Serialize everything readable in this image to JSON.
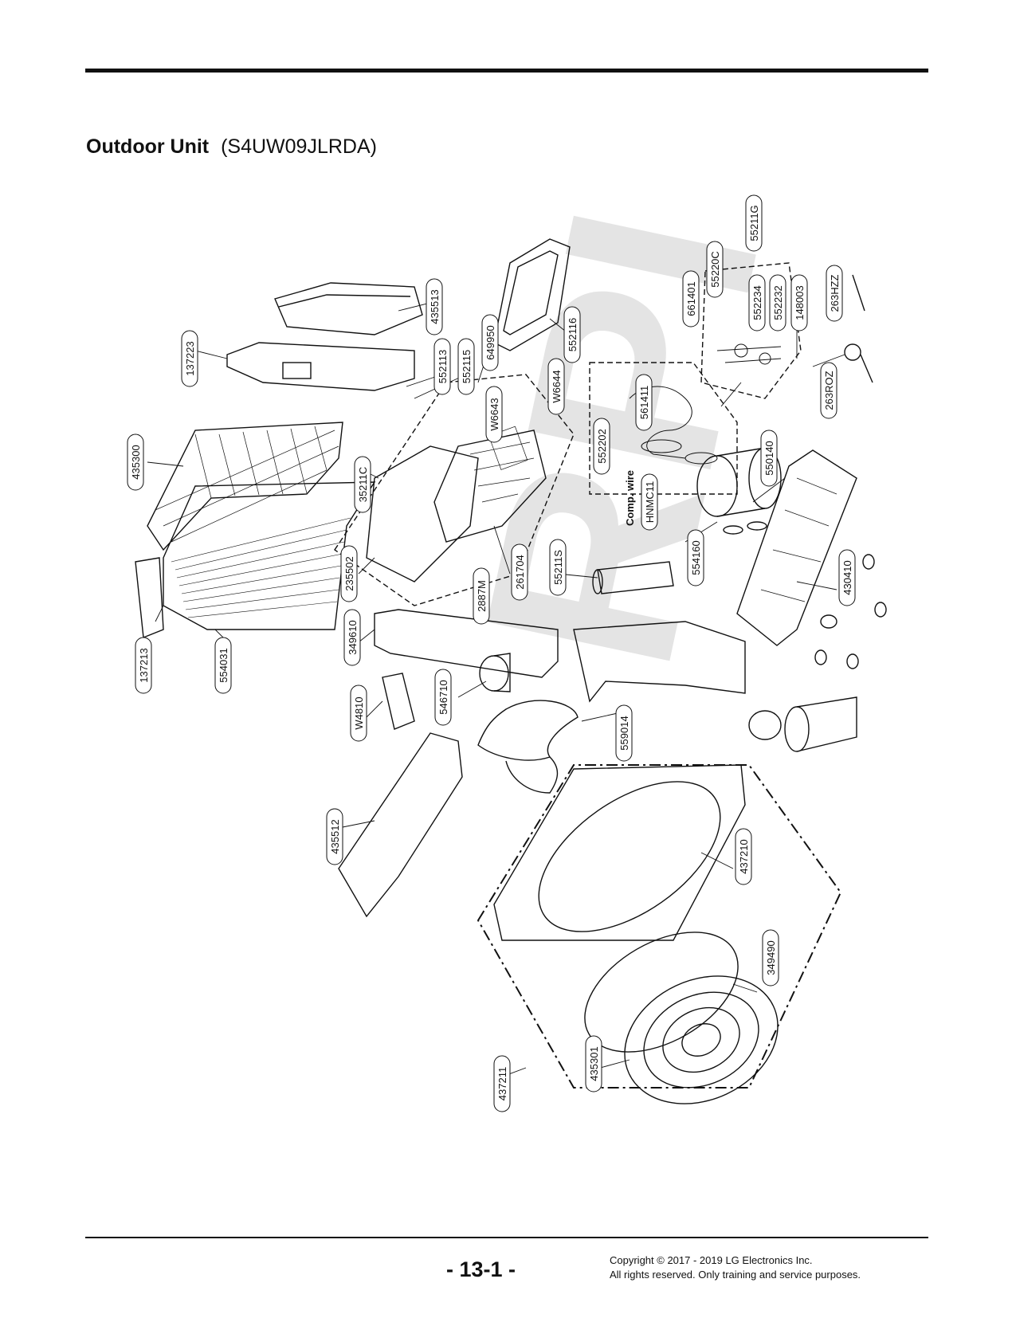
{
  "header": {
    "title": "Outdoor Unit",
    "model": "(S4UW09JLRDA)"
  },
  "watermark": "RPI",
  "part_labels": {
    "p435513": "435513",
    "p137223": "137223",
    "p552113": "552113",
    "p552115": "552115",
    "p649950": "649950",
    "p552116": "552116",
    "p6643": "W6643",
    "p6644": "W6644",
    "p561411": "561411",
    "p552202": "552202",
    "p661401": "661401",
    "p55220c": "55220C",
    "p5521g": "55211G",
    "p552234": "552234",
    "p552232": "552232",
    "p148003": "148003",
    "p263hzz": "263HZZ",
    "p263roz": "263ROZ",
    "p435300": "435300",
    "p35211c": "35211C",
    "p550140": "550140",
    "p235502": "235502",
    "p261704": "261704",
    "p2887m": "2887M",
    "p55211s": "55211S",
    "p554160": "554160",
    "p430410": "430410",
    "p137213": "137213",
    "p554031": "554031",
    "p349610": "349610",
    "p546710": "546710",
    "p559014": "559014",
    "p4810": "W4810",
    "p435512": "435512",
    "p437210": "437210",
    "p349490": "349490",
    "p437211": "437211",
    "p435301": "435301",
    "comp_wire": "Comp. wire",
    "hnmc11": "HNMC11"
  },
  "footer": {
    "page_number": "- 13-1 -",
    "copyright_line1": "Copyright © 2017 - 2019 LG Electronics Inc.",
    "copyright_line2": "All rights reserved. Only training and service purposes."
  }
}
